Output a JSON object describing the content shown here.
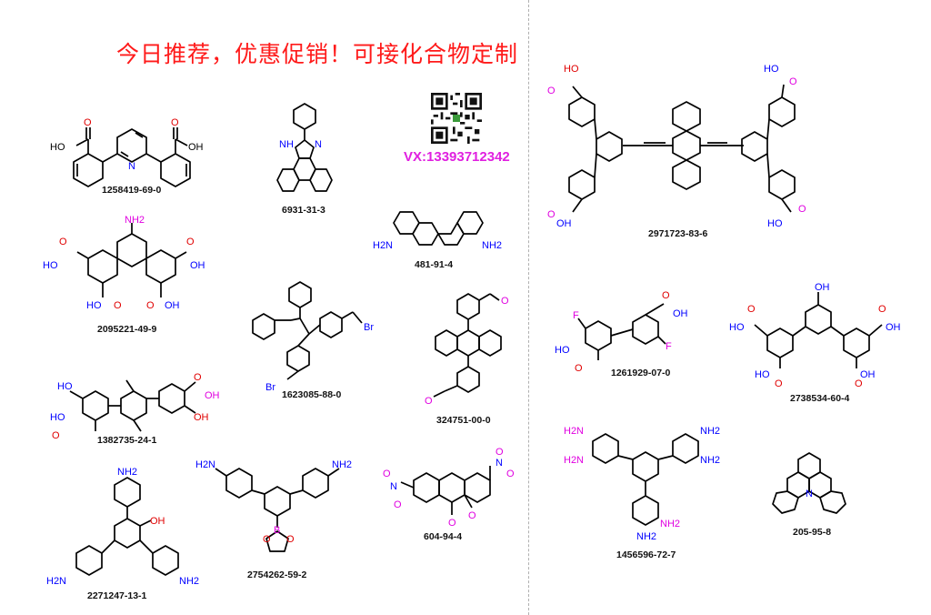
{
  "headline": "今日推荐，优惠促销！可接化合物定制",
  "contact": "VX:13393712342",
  "compounds": [
    {
      "cas": "1258419-69-0"
    },
    {
      "cas": "6931-31-3"
    },
    {
      "cas": "481-91-4"
    },
    {
      "cas": "2095221-49-9"
    },
    {
      "cas": "1623085-88-0"
    },
    {
      "cas": "324751-00-0"
    },
    {
      "cas": "1382735-24-1"
    },
    {
      "cas": "2754262-59-2"
    },
    {
      "cas": "604-94-4"
    },
    {
      "cas": "2271247-13-1"
    },
    {
      "cas": "2971723-83-6"
    },
    {
      "cas": "1261929-07-0"
    },
    {
      "cas": "2738534-60-4"
    },
    {
      "cas": "1456596-72-7"
    },
    {
      "cas": "205-95-8"
    }
  ],
  "atoms": {
    "oh": "OH",
    "ho": "HO",
    "o": "O",
    "n": "N",
    "nh": "NH",
    "nh2": "NH2",
    "h2n": "H2N",
    "br": "Br",
    "f": "F",
    "b": "B",
    "no2_n": "N",
    "no2_o": "O"
  },
  "colors": {
    "headline": "#ff1a1a",
    "contact": "#e020e0",
    "oxygen": "#e00000",
    "nitrogen": "#0000ff",
    "amine": "#e000e0"
  }
}
